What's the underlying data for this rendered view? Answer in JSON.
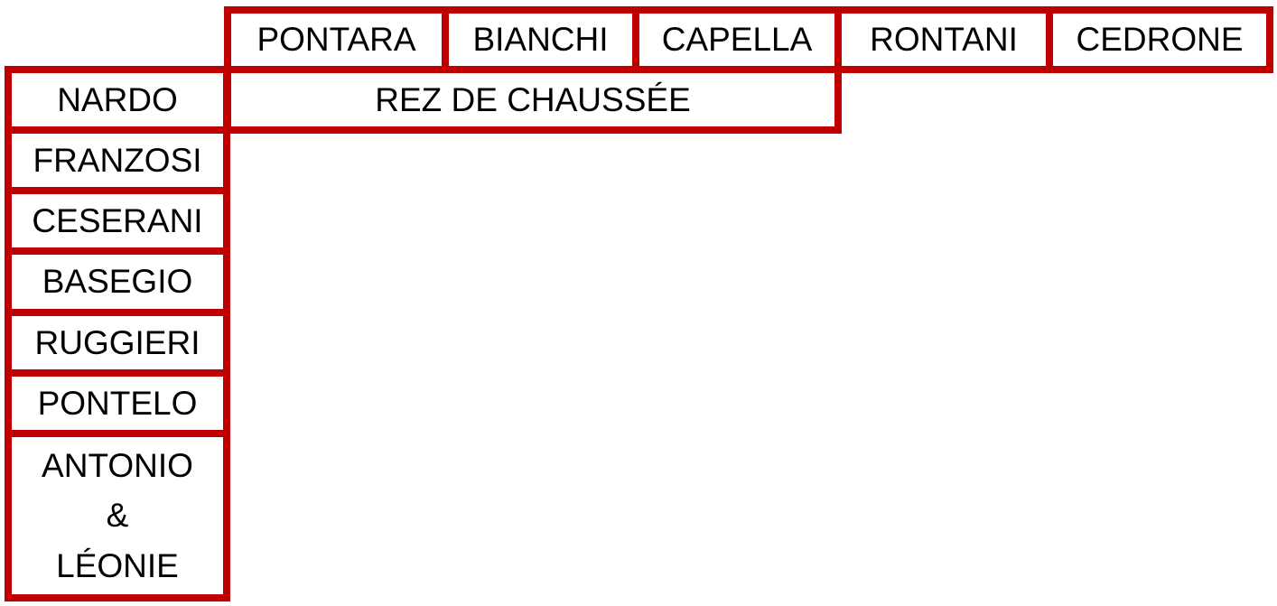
{
  "columns": [
    "PONTARA",
    "BIANCHI",
    "CAPELLA",
    "RONTANI",
    "CEDRONE"
  ],
  "floor_label": "REZ DE CHAUSSÉE",
  "rows": [
    "NARDO",
    "FRANZOSI",
    "CESERANI",
    "BASEGIO",
    "RUGGIERI",
    "PONTELO"
  ],
  "last_row": {
    "line1": "ANTONIO",
    "line2": "&",
    "line3": "LÉONIE"
  },
  "colors": {
    "border": "#c00000",
    "text": "#000000"
  }
}
